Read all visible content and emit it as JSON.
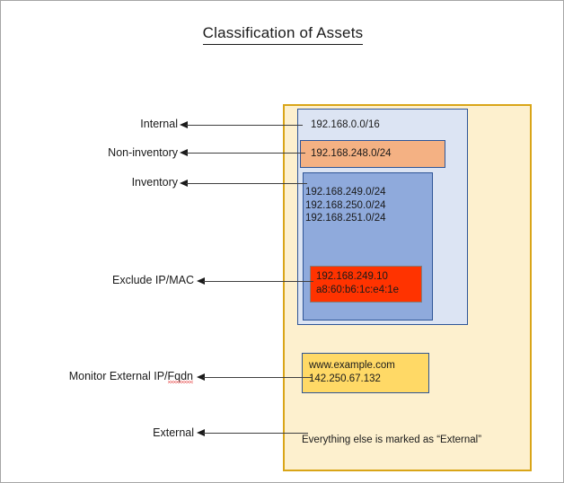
{
  "diagram": {
    "title": "Classification of Assets ",
    "colors": {
      "outer_container": "#FDF0CE",
      "outer_container_border": "#D9A518",
      "internal": "#DCE4F3",
      "non_inventory": "#F4B183",
      "inventory": "#8FAADC",
      "exclude": "#FF3300",
      "monitor": "#FFD966",
      "box_border": "#2E5597",
      "arrow": "#1a1a1a"
    },
    "callouts": [
      {
        "id": "internal",
        "label": "Internal"
      },
      {
        "id": "non-inventory",
        "label": "Non-inventory"
      },
      {
        "id": "inventory",
        "label": "Inventory"
      },
      {
        "id": "exclude",
        "label": "Exclude IP/MAC"
      },
      {
        "id": "monitor",
        "label_prefix": "Monitor External IP/",
        "label_misspelled": "Fqdn",
        "label": "Monitor External IP/Fqdn"
      },
      {
        "id": "external",
        "label": "External"
      }
    ],
    "boxes": {
      "internal": {
        "text": "192.168.0.0/16"
      },
      "non_inventory": {
        "text": "192.168.248.0/24"
      },
      "inventory": {
        "text": "192.168.249.0/24\n192.168.250.0/24\n192.168.251.0/24"
      },
      "exclude": {
        "text": "192.168.249.10\na8:60:b6:1c:e4:1e"
      },
      "monitor": {
        "text": "www.example.com\n142.250.67.132"
      },
      "external_note": {
        "text": "Everything else is marked as “External”"
      }
    }
  }
}
